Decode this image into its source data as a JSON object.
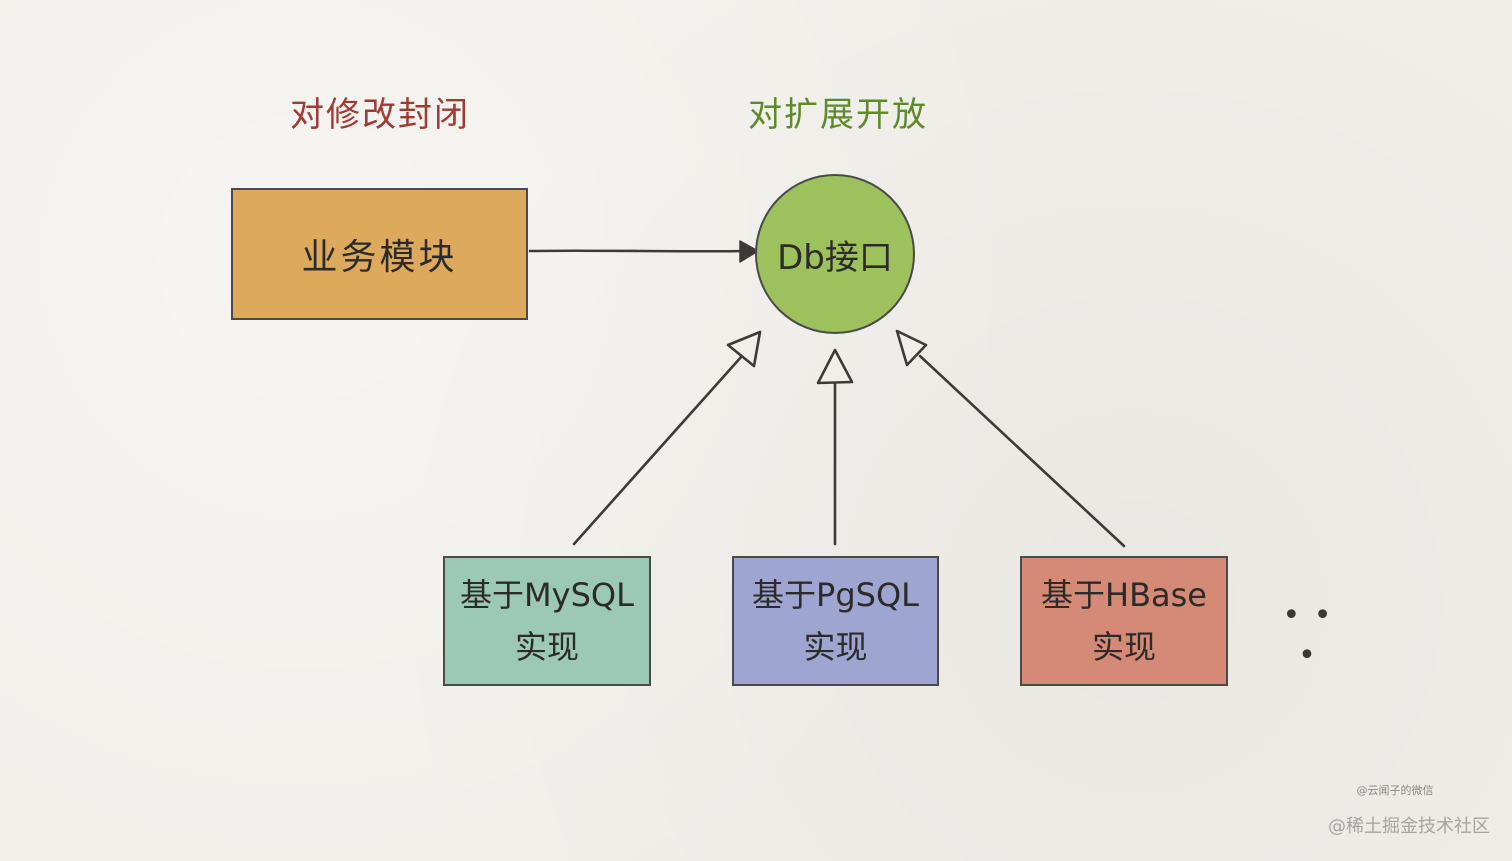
{
  "headings": {
    "closed_for_modification": "对修改封闭",
    "open_for_extension": "对扩展开放"
  },
  "nodes": {
    "business_module": "业务模块",
    "db_interface": "Db接口",
    "mysql_impl": {
      "line1": "基于MySQL",
      "line2": "实现"
    },
    "pgsql_impl": {
      "line1": "基于PgSQL",
      "line2": "实现"
    },
    "hbase_impl": {
      "line1": "基于HBase",
      "line2": "实现"
    },
    "more": "• • •"
  },
  "edges": [
    {
      "from": "business_module",
      "to": "db_interface",
      "style": "dependency-arrow"
    },
    {
      "from": "mysql_impl",
      "to": "db_interface",
      "style": "realization-hollow-triangle"
    },
    {
      "from": "pgsql_impl",
      "to": "db_interface",
      "style": "realization-hollow-triangle"
    },
    {
      "from": "hbase_impl",
      "to": "db_interface",
      "style": "realization-hollow-triangle"
    }
  ],
  "signature": "@云闻子的微信",
  "watermark": "@稀土掘金技术社区",
  "colors": {
    "background": "#f1efea",
    "heading_closed": "#a23a32",
    "heading_open": "#5f8a2c",
    "business_module": "#ddaa5d",
    "db_interface": "#9dc15c",
    "mysql": "#9cc9b6",
    "pgsql": "#9ea5d1",
    "hbase": "#d48a76",
    "stroke": "#4a4a48"
  }
}
